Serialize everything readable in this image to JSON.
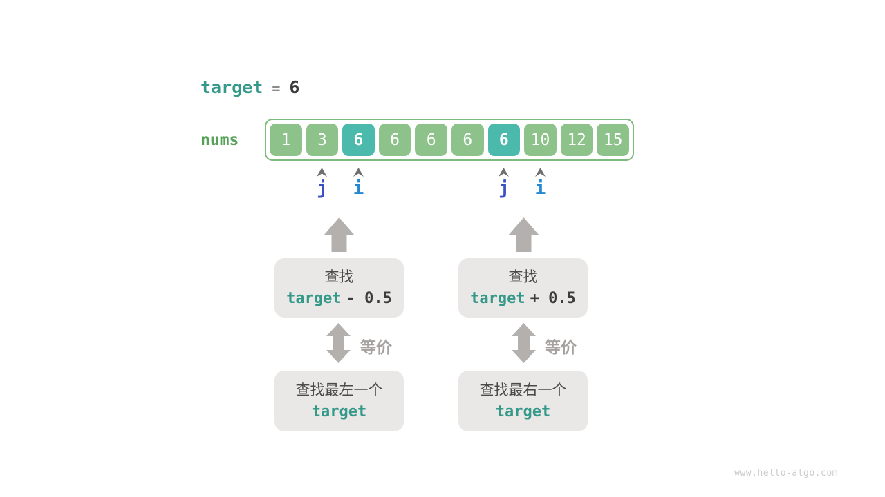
{
  "header": {
    "keyword": "target",
    "equals": "=",
    "value": "6"
  },
  "array": {
    "label": "nums",
    "cells": [
      {
        "value": "1",
        "highlighted": false
      },
      {
        "value": "3",
        "highlighted": false
      },
      {
        "value": "6",
        "highlighted": true
      },
      {
        "value": "6",
        "highlighted": false
      },
      {
        "value": "6",
        "highlighted": false
      },
      {
        "value": "6",
        "highlighted": false
      },
      {
        "value": "6",
        "highlighted": true
      },
      {
        "value": "10",
        "highlighted": false
      },
      {
        "value": "12",
        "highlighted": false
      },
      {
        "value": "15",
        "highlighted": false
      }
    ]
  },
  "pointers": {
    "groups": [
      {
        "items": [
          {
            "label": "j",
            "cell_index": 1,
            "role": "j"
          },
          {
            "label": "i",
            "cell_index": 2,
            "role": "i"
          }
        ]
      },
      {
        "items": [
          {
            "label": "j",
            "cell_index": 6,
            "role": "j"
          },
          {
            "label": "i",
            "cell_index": 7,
            "role": "i"
          }
        ]
      }
    ]
  },
  "flows": [
    {
      "search_line": "查找",
      "expr_keyword": "target",
      "expr_op": "- 0.5",
      "equiv_label": "等价",
      "result_line": "查找最左一个",
      "result_keyword": "target"
    },
    {
      "search_line": "查找",
      "expr_keyword": "target",
      "expr_op": "+ 0.5",
      "equiv_label": "等价",
      "result_line": "查找最右一个",
      "result_keyword": "target"
    }
  ],
  "colors": {
    "teal_keyword": "#35998a",
    "nums_green": "#55a158",
    "cell_green": "#8dc28b",
    "cell_highlight_teal": "#4bb9ab",
    "array_border": "#7eb97d",
    "gray_box": "#e9e8e7",
    "arrow_gray": "#b4b0ad",
    "pointer_j_blue": "#3a50c4",
    "pointer_i_blue": "#2288d1"
  },
  "watermark": "www.hello-algo.com"
}
